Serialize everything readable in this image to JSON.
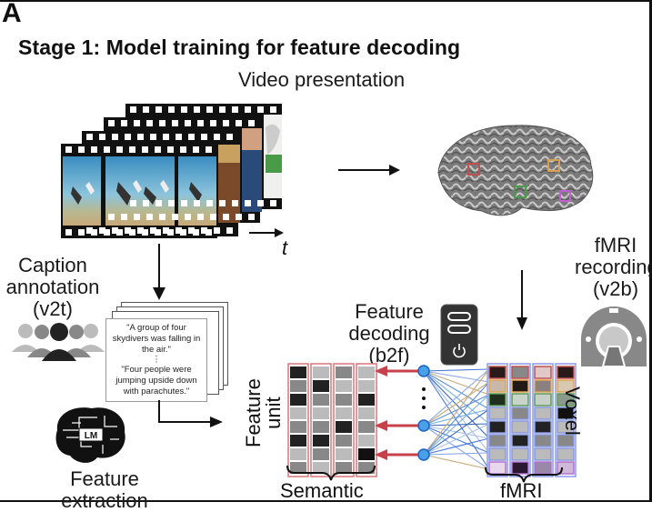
{
  "panel_letter": "A",
  "stage_title": "Stage 1: Model training for feature decoding",
  "video": {
    "label": "Video presentation",
    "time_axis_label": "t"
  },
  "caption_annotation": {
    "line1": "Caption",
    "line2": "annotation",
    "line3": "(v2t)",
    "examples": {
      "first": "\"A group of four skydivers was falling in the air.\"",
      "ellipsis": "⋮",
      "second": "\"Four people were jumping upside down with parachutes.\""
    }
  },
  "fmri_recording": {
    "line1": "fMRI",
    "line2": "recording",
    "line3": "(v2b)"
  },
  "feature_decoding": {
    "line1": "Feature",
    "line2": "decoding",
    "line3": "(b2f)"
  },
  "feature_extraction": {
    "line1": "Feature",
    "line2": "extraction",
    "model_chip_label": "LM"
  },
  "semantic_matrix": {
    "axis_label_line1": "Feature",
    "axis_label_line2": "unit",
    "group_label": "Semantic",
    "columns": [
      [
        "#222222",
        "#888888",
        "#222222",
        "#bbbbbb",
        "#888888",
        "#222222",
        "#bbbbbb",
        "#888888"
      ],
      [
        "#bbbbbb",
        "#222222",
        "#888888",
        "#bbbbbb",
        "#888888",
        "#222222",
        "#888888",
        "#bbbbbb"
      ],
      [
        "#888888",
        "#bbbbbb",
        "#888888",
        "#bbbbbb",
        "#222222",
        "#888888",
        "#bbbbbb",
        "#888888"
      ],
      [
        "#bbbbbb",
        "#bbbbbb",
        "#222222",
        "#bbbbbb",
        "#888888",
        "#bbbbbb",
        "#111111",
        "#888888"
      ]
    ],
    "border_color": "#d9777a"
  },
  "fmri_matrix": {
    "axis_label": "Voxel",
    "group_label": "fMRI",
    "columns": [
      [
        "#2a1a1a",
        "#c9b8a8",
        "#1f2e1f",
        "#bbbbbb",
        "#222222",
        "#888888",
        "#bbbbbb",
        "#e8d8ec"
      ],
      [
        "#888888",
        "#221a14",
        "#c8d4c8",
        "#888888",
        "#bbbbbb",
        "#222222",
        "#bbbbbb",
        "#2a1830"
      ],
      [
        "#e0c8c8",
        "#8a8080",
        "#c8d0c8",
        "#bbbbbb",
        "#222222",
        "#888888",
        "#bbbbbb",
        "#9a88a8"
      ],
      [
        "#2a1a1a",
        "#d8c8b0",
        "#8a9a8a",
        "#111111",
        "#bbbbbb",
        "#888888",
        "#bbbbbb",
        "#d0b8d8"
      ]
    ],
    "row_border_colors": [
      "#c0504d",
      "#e0a050",
      "#5a9a5a",
      "#8899dd",
      "#8899dd",
      "#8899dd",
      "#8899dd",
      "#b070d0"
    ],
    "border_color": "#8899ee"
  },
  "brain_roi_colors": [
    "#c0504d",
    "#d9a050",
    "#4a9a4a",
    "#c060d0"
  ],
  "network": {
    "node_color": "#4aa0e8",
    "arrow_color": "#c8404a",
    "ellipsis": "⋮"
  }
}
